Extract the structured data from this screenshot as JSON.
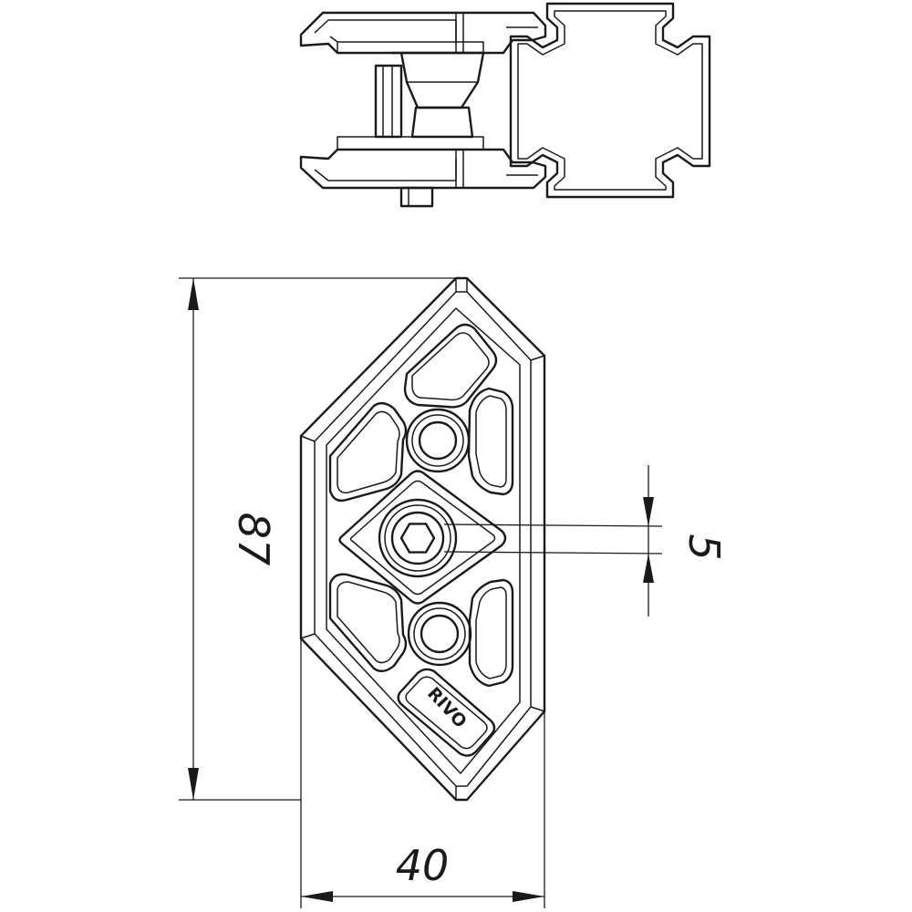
{
  "dimensions": {
    "height": "87",
    "width": "40",
    "slot": "5"
  },
  "logo_text": "RIVO"
}
